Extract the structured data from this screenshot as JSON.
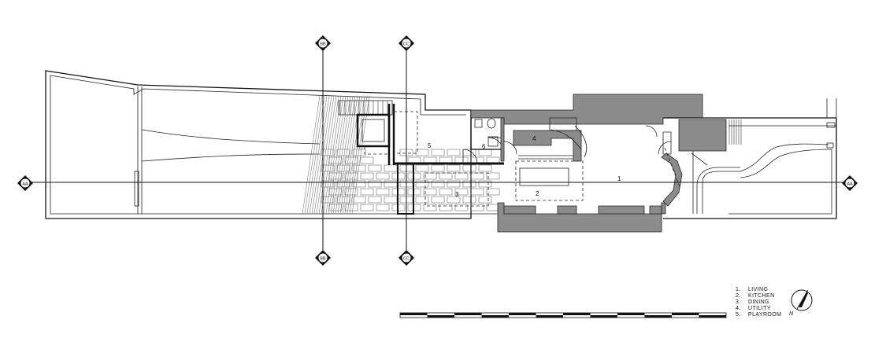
{
  "section_markers": {
    "top_left": "BB",
    "top_right": "CC",
    "bottom_left": "BB",
    "bottom_right": "CC",
    "left": "AA",
    "right": "AA"
  },
  "room_labels": [
    "1",
    "2",
    "3",
    "4",
    "5",
    "6"
  ],
  "legend": [
    {
      "num": "1.",
      "name": "LIVING"
    },
    {
      "num": "2.",
      "name": "KITCHEN"
    },
    {
      "num": "3.",
      "name": "DINING"
    },
    {
      "num": "4.",
      "name": "UTILITY"
    },
    {
      "num": "5.",
      "name": "PLAYROOM"
    }
  ],
  "north_label": "N",
  "colors": {
    "solid_wall": "#8c8c8c",
    "line": "#111111"
  }
}
